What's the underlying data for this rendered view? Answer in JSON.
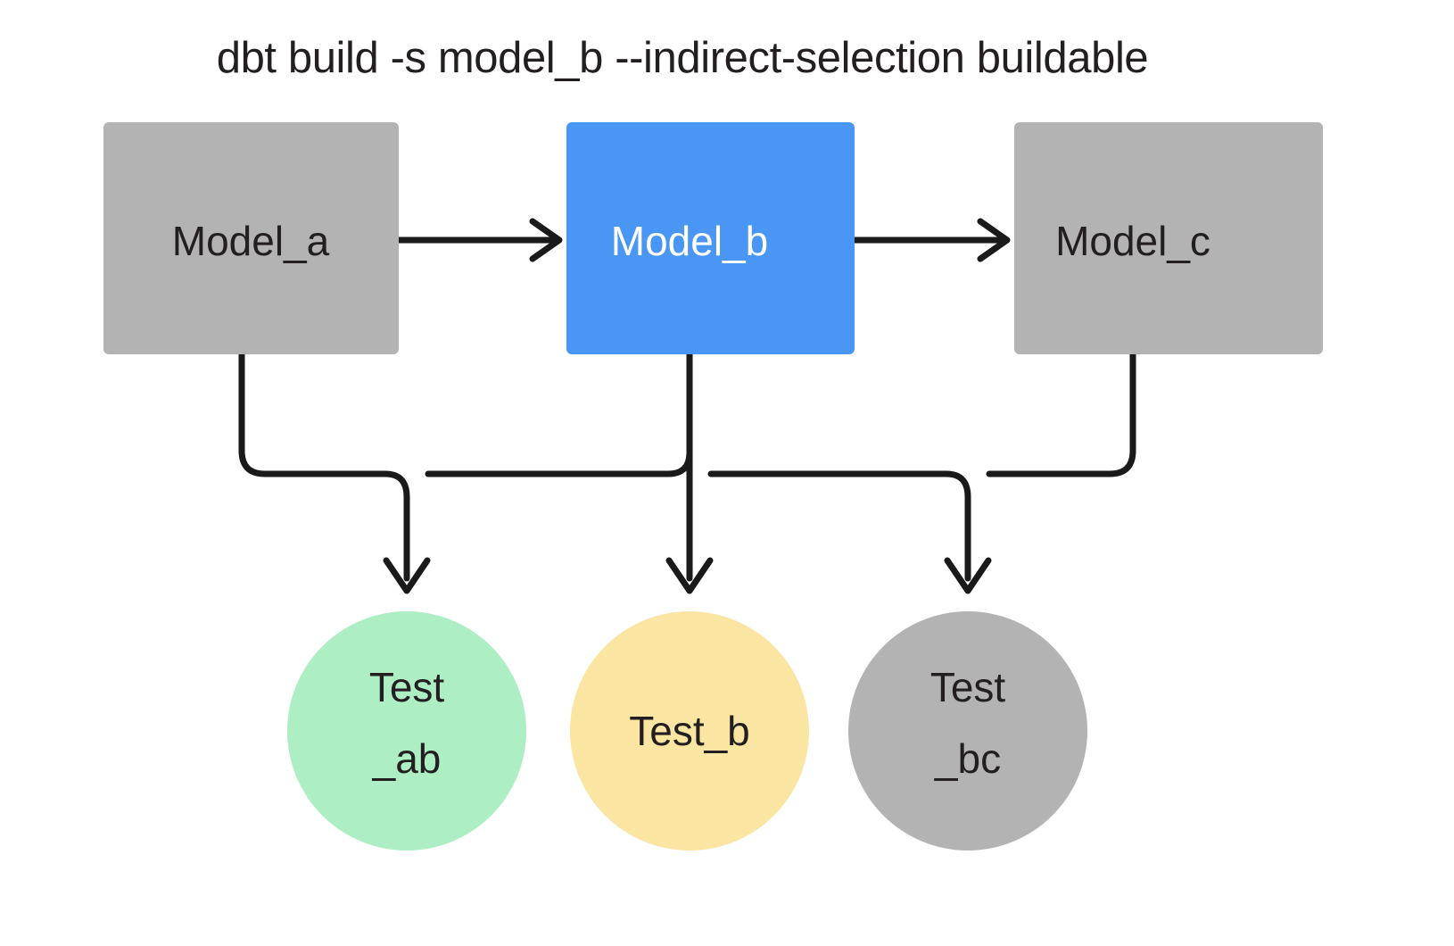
{
  "diagram": {
    "title": "dbt build -s model_b --indirect-selection buildable",
    "background_color": "#ffffff",
    "line_color": "#1a1a1a",
    "nodes": {
      "model_a": {
        "label": "Model_a",
        "shape": "rectangle",
        "fill": "#b3b3b3",
        "text_color": "#231f20",
        "selected": false
      },
      "model_b": {
        "label": "Model_b",
        "shape": "rectangle",
        "fill": "#4a96f5",
        "text_color": "#ffffff",
        "selected": true
      },
      "model_c": {
        "label": "Model_c",
        "shape": "rectangle",
        "fill": "#b3b3b3",
        "text_color": "#231f20",
        "selected": false
      },
      "test_ab": {
        "label_line1": "Test",
        "label_line2": "_ab",
        "shape": "circle",
        "fill": "#aeeec4",
        "text_color": "#231f20",
        "selected": true
      },
      "test_b": {
        "label_line1": "Test_b",
        "label_line2": "",
        "shape": "circle",
        "fill": "#fae5a3",
        "text_color": "#231f20",
        "selected": true
      },
      "test_bc": {
        "label_line1": "Test",
        "label_line2": "_bc",
        "shape": "circle",
        "fill": "#b3b3b3",
        "text_color": "#231f20",
        "selected": false
      }
    },
    "edges": [
      {
        "from": "model_a",
        "to": "model_b",
        "style": "arrow-right"
      },
      {
        "from": "model_b",
        "to": "model_c",
        "style": "arrow-right"
      },
      {
        "from": "model_a",
        "to": "test_ab",
        "style": "arrow-down-elbow"
      },
      {
        "from": "model_b",
        "to": "test_ab",
        "style": "arrow-down-elbow"
      },
      {
        "from": "model_b",
        "to": "test_b",
        "style": "arrow-down"
      },
      {
        "from": "model_b",
        "to": "test_bc",
        "style": "arrow-down-elbow"
      },
      {
        "from": "model_c",
        "to": "test_bc",
        "style": "arrow-down-elbow"
      }
    ]
  }
}
